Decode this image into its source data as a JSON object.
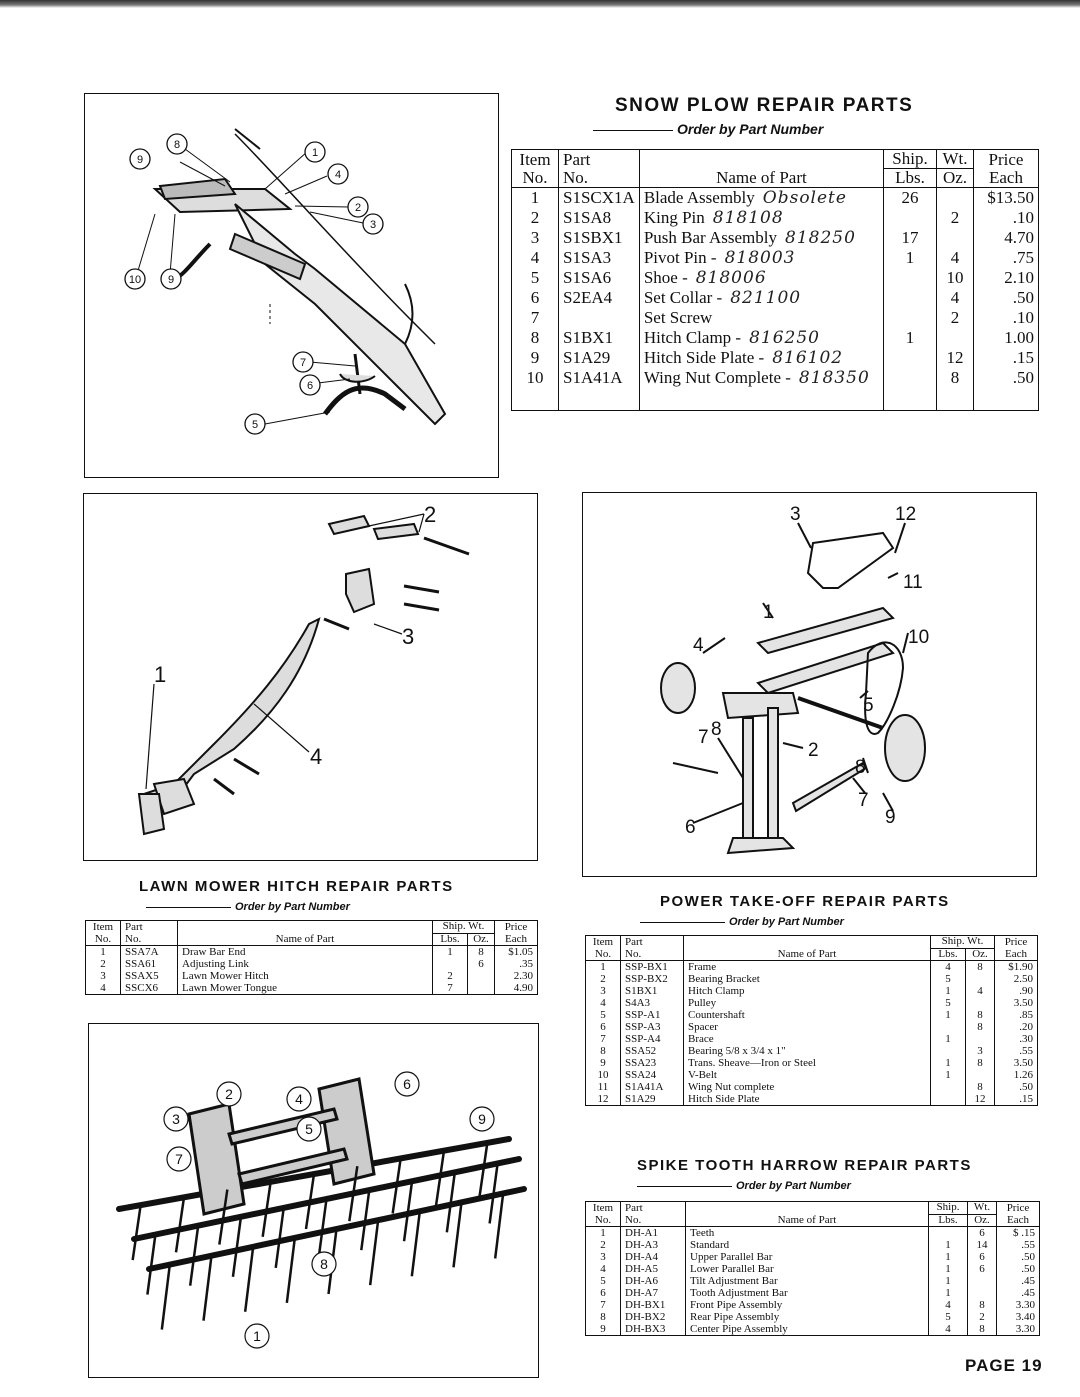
{
  "snow_plow": {
    "title": "SNOW PLOW REPAIR PARTS",
    "order_note": "Order by Part Number",
    "headers": {
      "item_1": "Item",
      "item_2": "No.",
      "part_1": "Part",
      "part_2": "No.",
      "name": "Name of Part",
      "ship": "Ship.",
      "lbs": "Lbs.",
      "wt": "Wt.",
      "oz": "Oz.",
      "price_1": "Price",
      "price_2": "Each"
    },
    "rows": [
      {
        "item": "1",
        "part": "S1SCX1A",
        "name": "Blade Assembly",
        "note": "Obsolete",
        "lbs": "26",
        "oz": "",
        "price": "$13.50"
      },
      {
        "item": "2",
        "part": "S1SA8",
        "name": "King Pin",
        "note": "818108",
        "lbs": "",
        "oz": "2",
        "price": ".10"
      },
      {
        "item": "3",
        "part": "S1SBX1",
        "name": "Push Bar Assembly",
        "note": "818250",
        "lbs": "17",
        "oz": "",
        "price": "4.70"
      },
      {
        "item": "4",
        "part": "S1SA3",
        "name": "Pivot Pin -",
        "note": "818003",
        "lbs": "1",
        "oz": "4",
        "price": ".75"
      },
      {
        "item": "5",
        "part": "S1SA6",
        "name": "Shoe -",
        "note": "818006",
        "lbs": "",
        "oz": "10",
        "price": "2.10"
      },
      {
        "item": "6",
        "part": "S2EA4",
        "name": "Set Collar -",
        "note": "821100",
        "lbs": "",
        "oz": "4",
        "price": ".50"
      },
      {
        "item": "7",
        "part": "",
        "name": "Set Screw",
        "note": "",
        "lbs": "",
        "oz": "2",
        "price": ".10"
      },
      {
        "item": "8",
        "part": "S1BX1",
        "name": "Hitch Clamp -",
        "note": "816250",
        "lbs": "1",
        "oz": "",
        "price": "1.00"
      },
      {
        "item": "9",
        "part": "S1A29",
        "name": "Hitch Side Plate -",
        "note": "816102",
        "lbs": "",
        "oz": "12",
        "price": ".15"
      },
      {
        "item": "10",
        "part": "S1A41A",
        "name": "Wing Nut Complete -",
        "note": "818350",
        "lbs": "",
        "oz": "8",
        "price": ".50"
      }
    ],
    "callouts": [
      "1",
      "2",
      "3",
      "4",
      "5",
      "6",
      "7",
      "8",
      "9",
      "10"
    ]
  },
  "lawn_mower": {
    "title": "LAWN MOWER HITCH REPAIR PARTS",
    "order_note": "Order by Part Number",
    "headers": {
      "item_1": "Item",
      "item_2": "No.",
      "part_1": "Part",
      "part_2": "No.",
      "name": "Name of Part",
      "ship_wt": "Ship. Wt.",
      "lbs": "Lbs.",
      "oz": "Oz.",
      "price_1": "Price",
      "price_2": "Each"
    },
    "rows": [
      {
        "item": "1",
        "part": "SSA7A",
        "name": "Draw Bar End",
        "lbs": "1",
        "oz": "8",
        "price": "$1.05"
      },
      {
        "item": "2",
        "part": "SSA61",
        "name": "Adjusting Link",
        "lbs": "",
        "oz": "6",
        "price": ".35"
      },
      {
        "item": "3",
        "part": "SSAX5",
        "name": "Lawn Mower Hitch",
        "lbs": "2",
        "oz": "",
        "price": "2.30"
      },
      {
        "item": "4",
        "part": "SSCX6",
        "name": "Lawn Mower Tongue",
        "lbs": "7",
        "oz": "",
        "price": "4.90"
      }
    ],
    "callouts": [
      "1",
      "2",
      "3",
      "4"
    ]
  },
  "pto": {
    "title": "POWER TAKE-OFF REPAIR PARTS",
    "order_note": "Order by Part Number",
    "headers": {
      "item_1": "Item",
      "item_2": "No.",
      "part_1": "Part",
      "part_2": "No.",
      "name": "Name of Part",
      "ship_wt": "Ship. Wt.",
      "lbs": "Lbs.",
      "oz": "Oz.",
      "price_1": "Price",
      "price_2": "Each"
    },
    "rows": [
      {
        "item": "1",
        "part": "SSP-BX1",
        "name": "Frame",
        "lbs": "4",
        "oz": "8",
        "price": "$1.90"
      },
      {
        "item": "2",
        "part": "SSP-BX2",
        "name": "Bearing Bracket",
        "lbs": "5",
        "oz": "",
        "price": "2.50"
      },
      {
        "item": "3",
        "part": "S1BX1",
        "name": "Hitch Clamp",
        "lbs": "1",
        "oz": "4",
        "price": ".90"
      },
      {
        "item": "4",
        "part": "S4A3",
        "name": "Pulley",
        "lbs": "5",
        "oz": "",
        "price": "3.50"
      },
      {
        "item": "5",
        "part": "SSP-A1",
        "name": "Countershaft",
        "lbs": "1",
        "oz": "8",
        "price": ".85"
      },
      {
        "item": "6",
        "part": "SSP-A3",
        "name": "Spacer",
        "lbs": "",
        "oz": "8",
        "price": ".20"
      },
      {
        "item": "7",
        "part": "SSP-A4",
        "name": "Brace",
        "lbs": "1",
        "oz": "",
        "price": ".30"
      },
      {
        "item": "8",
        "part": "SSA52",
        "name": "Bearing 5/8 x 3/4 x 1\"",
        "lbs": "",
        "oz": "3",
        "price": ".55"
      },
      {
        "item": "9",
        "part": "SSA23",
        "name": "Trans. Sheave—Iron or Steel",
        "lbs": "1",
        "oz": "8",
        "price": "3.50"
      },
      {
        "item": "10",
        "part": "SSA24",
        "name": "V-Belt",
        "lbs": "1",
        "oz": "",
        "price": "1.26"
      },
      {
        "item": "11",
        "part": "S1A41A",
        "name": "Wing Nut complete",
        "lbs": "",
        "oz": "8",
        "price": ".50"
      },
      {
        "item": "12",
        "part": "S1A29",
        "name": "Hitch Side Plate",
        "lbs": "",
        "oz": "12",
        "price": ".15"
      }
    ],
    "callouts": [
      "1",
      "2",
      "3",
      "4",
      "5",
      "6",
      "7",
      "8",
      "9",
      "10",
      "11",
      "12"
    ]
  },
  "harrow": {
    "title": "SPIKE TOOTH HARROW REPAIR PARTS",
    "order_note": "Order by Part Number",
    "headers": {
      "item_1": "Item",
      "item_2": "No.",
      "part_1": "Part",
      "part_2": "No.",
      "name": "Name of Part",
      "ship": "Ship.",
      "lbs": "Lbs.",
      "wt": "Wt.",
      "oz": "Oz.",
      "price_1": "Price",
      "price_2": "Each"
    },
    "rows": [
      {
        "item": "1",
        "part": "DH-A1",
        "name": "Teeth",
        "lbs": "",
        "oz": "6",
        "price": "$ .15"
      },
      {
        "item": "2",
        "part": "DH-A3",
        "name": "Standard",
        "lbs": "1",
        "oz": "14",
        "price": ".55"
      },
      {
        "item": "3",
        "part": "DH-A4",
        "name": "Upper Parallel Bar",
        "lbs": "1",
        "oz": "6",
        "price": ".50"
      },
      {
        "item": "4",
        "part": "DH-A5",
        "name": "Lower Parallel Bar",
        "lbs": "1",
        "oz": "6",
        "price": ".50"
      },
      {
        "item": "5",
        "part": "DH-A6",
        "name": "Tilt Adjustment Bar",
        "lbs": "1",
        "oz": "",
        "price": ".45"
      },
      {
        "item": "6",
        "part": "DH-A7",
        "name": "Tooth Adjustment Bar",
        "lbs": "1",
        "oz": "",
        "price": ".45"
      },
      {
        "item": "7",
        "part": "DH-BX1",
        "name": "Front Pipe Assembly",
        "lbs": "4",
        "oz": "8",
        "price": "3.30"
      },
      {
        "item": "8",
        "part": "DH-BX2",
        "name": "Rear Pipe Assembly",
        "lbs": "5",
        "oz": "2",
        "price": "3.40"
      },
      {
        "item": "9",
        "part": "DH-BX3",
        "name": "Center Pipe Assembly",
        "lbs": "4",
        "oz": "8",
        "price": "3.30"
      }
    ],
    "callouts": [
      "1",
      "2",
      "3",
      "4",
      "5",
      "6",
      "7",
      "8",
      "9"
    ]
  },
  "page_label": "PAGE 19"
}
